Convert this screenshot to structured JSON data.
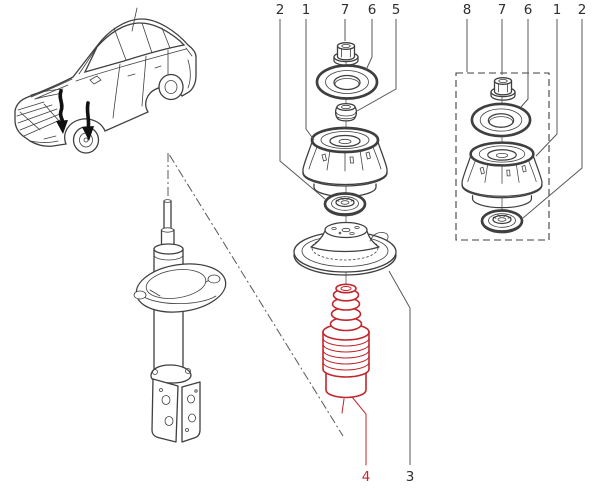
{
  "diagram": {
    "colors": {
      "line": "#3f3f3f",
      "leader": "#585858",
      "highlight": "#c1272d",
      "label": "#2e2e2e",
      "background": "#ffffff"
    },
    "callouts": {
      "top": [
        {
          "label": "2"
        },
        {
          "label": "1"
        },
        {
          "label": "7"
        },
        {
          "label": "6"
        },
        {
          "label": "5"
        }
      ],
      "kit": [
        {
          "label": "8"
        },
        {
          "label": "7"
        },
        {
          "label": "6"
        },
        {
          "label": "1"
        },
        {
          "label": "2"
        }
      ],
      "bottom": [
        {
          "label": "4",
          "highlighted": true
        },
        {
          "label": "3",
          "highlighted": false
        }
      ]
    }
  }
}
